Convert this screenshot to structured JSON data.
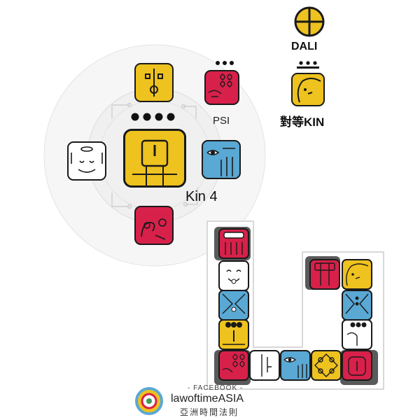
{
  "legend": {
    "dali_label": "DALI",
    "kin_label": "對等KIN"
  },
  "oracle": {
    "psi_label": "PSI",
    "kin_label": "Kin 4"
  },
  "footer": {
    "facebook_label": "- FACEBOOK -",
    "brand_name": "lawoftimeASIA",
    "brand_chinese": "亞洲時間法則"
  },
  "colors": {
    "yellow": "#eec21f",
    "red": "#d7214a",
    "blue": "#5aa8d4",
    "white": "#ffffff",
    "gray": "#5a5a5a",
    "outline": "#1a1a1a"
  }
}
